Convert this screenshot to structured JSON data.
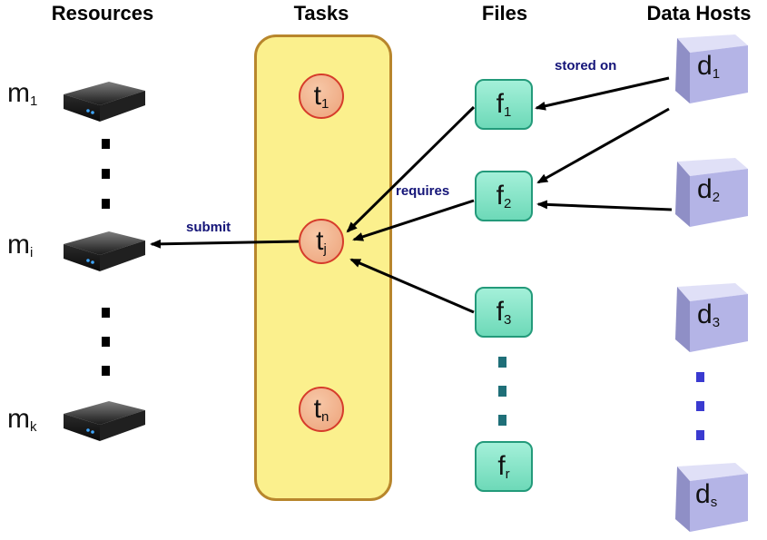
{
  "headers": {
    "resources": "Resources",
    "tasks": "Tasks",
    "files": "Files",
    "data_hosts": "Data Hosts"
  },
  "edge_labels": {
    "stored_on": "stored on",
    "requires": "requires",
    "submit": "submit"
  },
  "resources": [
    {
      "base": "m",
      "sub": "1"
    },
    {
      "base": "m",
      "sub": "i"
    },
    {
      "base": "m",
      "sub": "k"
    }
  ],
  "tasks": [
    {
      "base": "t",
      "sub": "1"
    },
    {
      "base": "t",
      "sub": "j"
    },
    {
      "base": "t",
      "sub": "n"
    }
  ],
  "files": [
    {
      "base": "f",
      "sub": "1"
    },
    {
      "base": "f",
      "sub": "2"
    },
    {
      "base": "f",
      "sub": "3"
    },
    {
      "base": "f",
      "sub": "r"
    }
  ],
  "data_hosts": [
    {
      "base": "d",
      "sub": "1"
    },
    {
      "base": "d",
      "sub": "2"
    },
    {
      "base": "d",
      "sub": "3"
    },
    {
      "base": "d",
      "sub": "s"
    }
  ],
  "colors": {
    "task_panel": "#fbf08d",
    "task_panel_border": "#b8862c",
    "task_node": "#eda279",
    "task_node_border": "#d63c2b",
    "file_node": "#6dd9b8",
    "file_node_border": "#239a7a",
    "host_cube": "#b4b4e6",
    "edge_label": "#141478",
    "dots_resources": "#000000",
    "dots_tasks": "#8b1a1a",
    "dots_files": "#1f6f78",
    "dots_hosts": "#3a3ad0"
  }
}
